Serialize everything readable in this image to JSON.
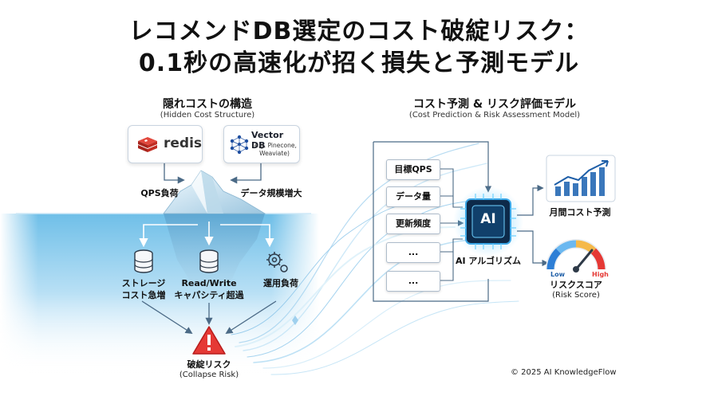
{
  "title": {
    "line1": "レコメンドDB選定のコスト破綻リスク：",
    "line2": "0.1秒の高速化が招く損失と予測モデル"
  },
  "left": {
    "heading": "隠れコストの構造",
    "subheading": "(Hidden Cost Structure)",
    "redis_label": "redis",
    "vectordb_label": "Vector DB",
    "vectordb_sub1": "(e.g. Pinecone,",
    "vectordb_sub2": "Weaviate)",
    "qps_label": "QPS負荷",
    "data_label": "データ規模増大",
    "storage_line1": "ストレージ",
    "storage_line2": "コスト急増",
    "rw_line1": "Read/Write",
    "rw_line2": "キャパシティ超過",
    "ops_label": "運用負荷",
    "collapse_label": "破綻リスク",
    "collapse_sub": "(Collapse Risk)"
  },
  "right": {
    "heading": "コスト予測 & リスク評価モデル",
    "subheading": "(Cost Prediction & Risk Assessment Model)",
    "inputs": [
      "目標QPS",
      "データ量",
      "更新頻度",
      "...",
      "..."
    ],
    "ai_chip": "AI",
    "ai_label": "AI アルゴリズム",
    "cost_label": "月間コスト予測",
    "gauge_low": "Low",
    "gauge_high": "High",
    "risk_label": "リスクスコア",
    "risk_sub": "(Risk Score)"
  },
  "footer": "© 2025 AI KnowledgeFlow",
  "colors": {
    "redis_red": "#d82c20",
    "accent_blue": "#1f5fa8",
    "danger_red": "#e53935"
  }
}
